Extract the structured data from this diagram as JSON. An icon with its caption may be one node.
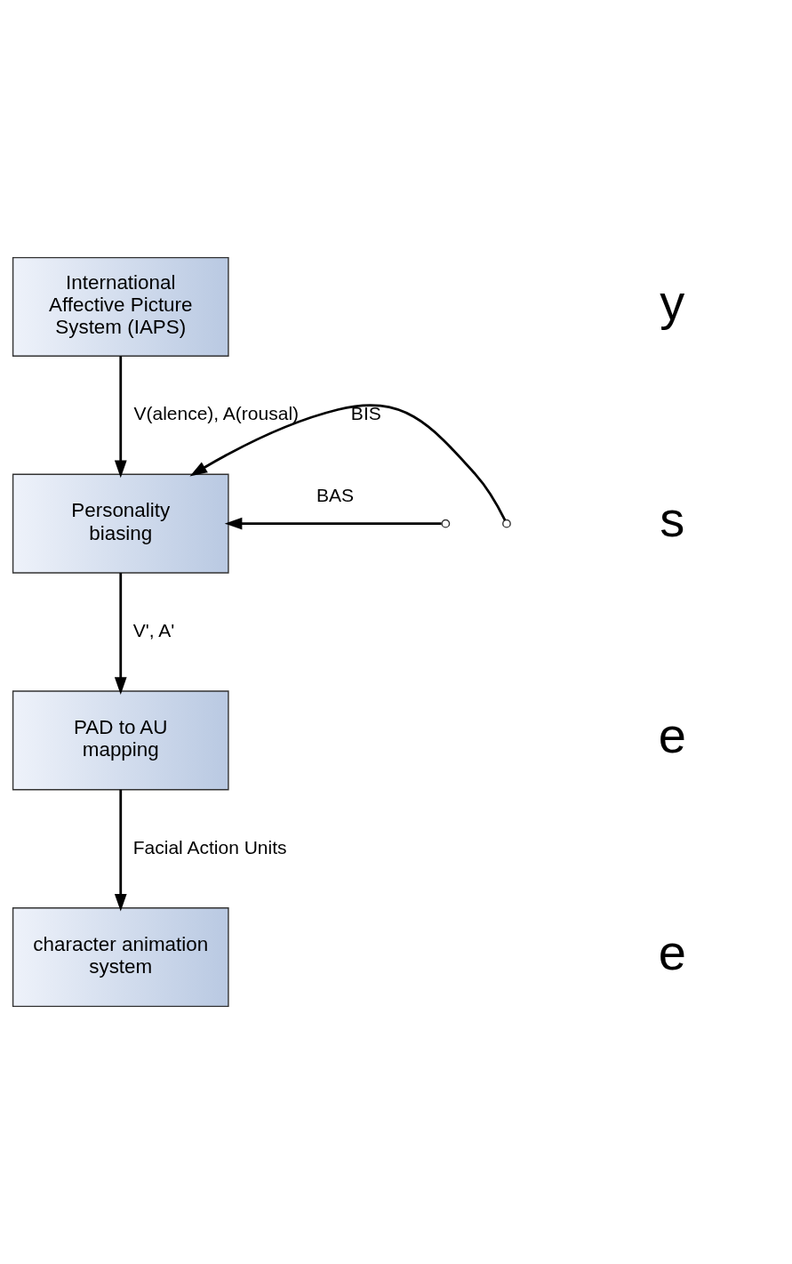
{
  "diagram": {
    "nodes": [
      {
        "text": [
          "International Affective Picture System (IAPS)"
        ]
      },
      {
        "text": [
          "Personality biasing"
        ]
      },
      {
        "text": [
          "PAD to AU mapping"
        ]
      },
      {
        "text": [
          "character animation system"
        ]
      }
    ],
    "edges": [
      {
        "from": 0,
        "to": 1,
        "arrow": "to",
        "label": "V(alence), A(rousal)"
      },
      {
        "from": null,
        "to": 1,
        "arrow": "to",
        "label": "BIS"
      },
      {
        "from": null,
        "to": 1,
        "arrow": "to",
        "label": "BAS"
      },
      {
        "from": 1,
        "to": 2,
        "arrow": "to",
        "label": "V', A'"
      },
      {
        "from": 2,
        "to": 3,
        "arrow": "to",
        "label": "Facial Action Units"
      }
    ],
    "labels": [
      "y",
      "s",
      "e",
      "e"
    ]
  }
}
